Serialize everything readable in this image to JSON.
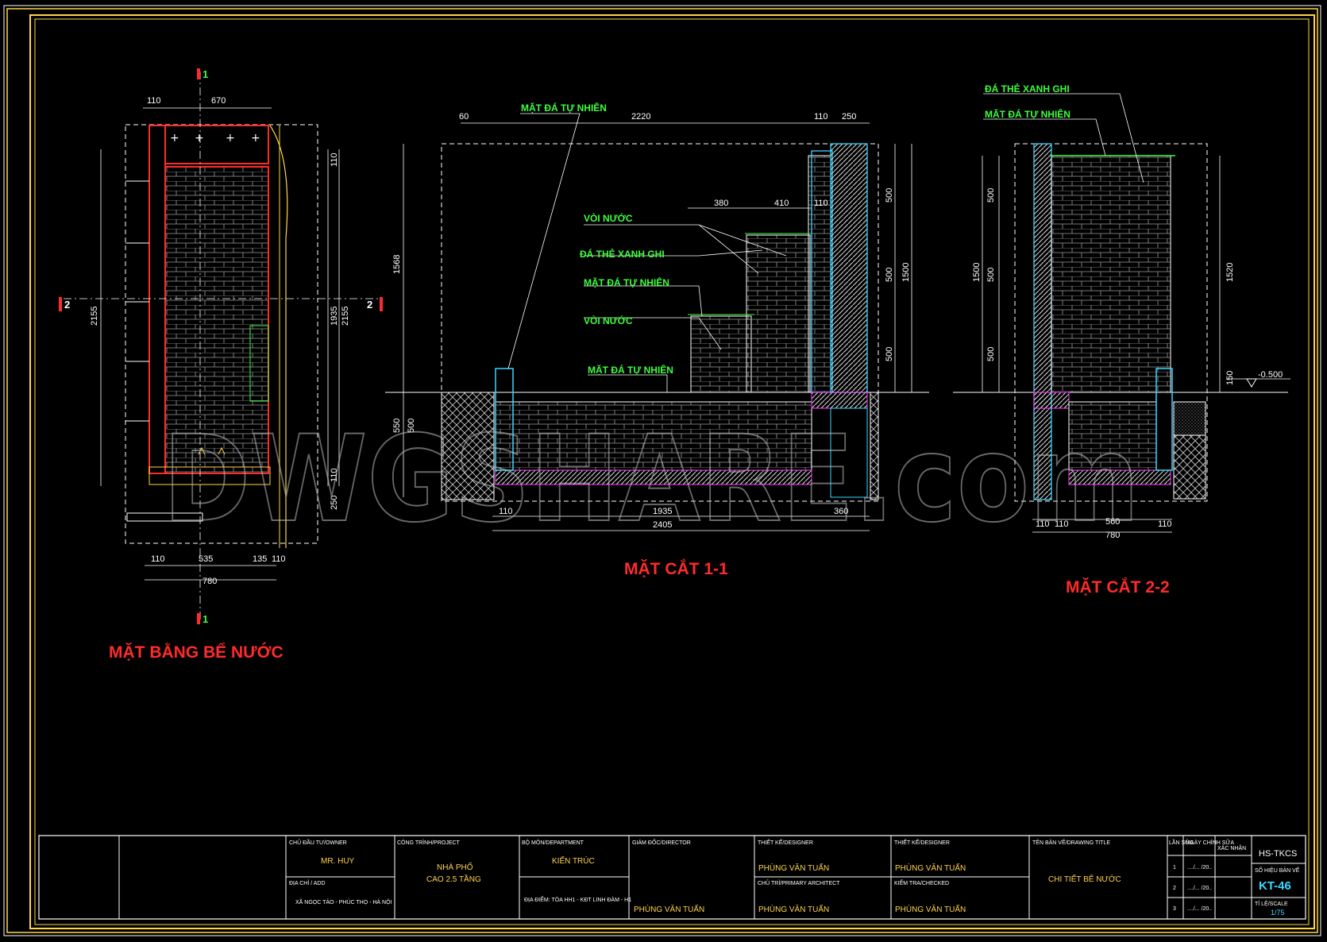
{
  "drawings": {
    "plan_title": "MẶT BẰNG BỂ NƯỚC",
    "section11_title": "MẶT CẮT 1-1",
    "section22_title": "MẶT CẮT 2-2",
    "cut_markers": {
      "one": "1",
      "two": "2"
    },
    "plan_dims": {
      "top_a": "110",
      "top_b": "670",
      "left_height": "2155",
      "right_a": "1935",
      "right_b": "2155",
      "right_top": "110",
      "right_bottom_a": "110",
      "right_bottom_b": "250",
      "bottom_a": "110",
      "bottom_b": "535",
      "bottom_c": "135",
      "bottom_d": "110",
      "bottom_total": "780"
    },
    "section11_labels": {
      "l1": "MẶT ĐÁ TỰ NHIÊN",
      "l2": "VÒI NƯỚC",
      "l3": "ĐÁ THẺ XANH GHI",
      "l4": "MẶT ĐÁ TỰ NHIÊN",
      "l5": "VÒI NƯỚC",
      "l6": "MẶT ĐÁ TỰ NHIÊN"
    },
    "section11_dims": {
      "top_a": "60",
      "top_b": "2220",
      "top_c": "110",
      "top_d": "250",
      "step_a": "380",
      "step_b": "410",
      "step_c": "110",
      "left_height": "1568",
      "left_bottom": "550",
      "left_sub": "500",
      "right_a": "500",
      "right_b": "500",
      "right_c": "500",
      "right_total": "1500",
      "bottom_a": "110",
      "bottom_b": "1935",
      "bottom_c": "360",
      "bottom_total": "2405"
    },
    "section22_labels": {
      "l1": "ĐÁ THẺ XANH GHI",
      "l2": "MẶT ĐÁ TỰ NHIÊN"
    },
    "section22_dims": {
      "left_a": "500",
      "left_b": "500",
      "left_c": "500",
      "left_total": "1500",
      "right_total": "1520",
      "right_small": "150",
      "level": "-0.500",
      "bottom_a": "110",
      "bottom_b": "110",
      "bottom_c": "560",
      "bottom_d": "110",
      "bottom_total": "780"
    },
    "watermark": "DWGSHARE.com"
  },
  "title_block": {
    "owner_label": "CHỦ ĐẦU TƯ/OWNER",
    "owner": "MR. HUY",
    "address_label": "ĐỊA CHỈ / ADD",
    "address": "XÃ NGỌC TẢO - PHÚC THỌ - HÀ NỘI",
    "project_label": "CÔNG TRÌNH/PROJECT",
    "project_1": "NHÀ PHỐ",
    "project_2": "CAO 2.5 TẦNG",
    "dept_label": "BỘ MÔN/DEPARTMENT",
    "dept": "KIẾN TRÚC",
    "location": "ĐỊA ĐIỂM: TÒA HH1 - KĐT LINH ĐÀM - H1",
    "director_label": "GIÁM ĐỐC/DIRECTOR",
    "director": "PHÙNG VĂN TUẤN",
    "designer_label_1": "THIẾT KẾ/DESIGNER",
    "designer_1": "PHÙNG VĂN TUẤN",
    "primary_label": "CHỦ TRÌ/PRIMARY ARCHITECT",
    "primary": "PHÙNG VĂN TUẤN",
    "designer_label_2": "THIẾT KẾ/DESIGNER",
    "designer_2": "PHÙNG VĂN TUẤN",
    "checked_label": "KIỂM TRA/CHECKED",
    "checked": "PHÙNG VĂN TUẤN",
    "drawing_title_label": "TÊN BẢN VẼ/DRAWING TITLE",
    "drawing_title": "CHI TIẾT BỂ NƯỚC",
    "rev_label": "LẦN SỬA",
    "date_label": "NGÀY CHỈNH SỬA",
    "confirm_label": "XÁC NHẬN",
    "rev_1": "1",
    "rev_2": "2",
    "rev_3": "3",
    "rev_date": "..../... /20..",
    "code_header": "HS-TKCS",
    "sheet_label": "SỐ HIỆU BẢN VẼ",
    "sheet_no": "KT-46",
    "scale_label": "TỈ LỆ/SCALE",
    "scale": "1/75"
  }
}
